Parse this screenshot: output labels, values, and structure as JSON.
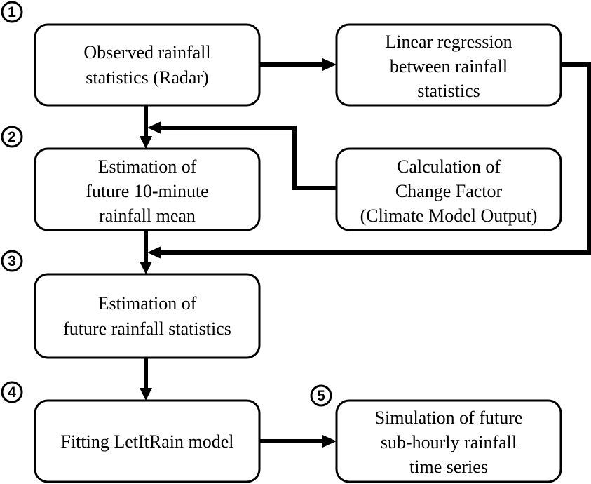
{
  "steps": {
    "s1": "1",
    "s2": "2",
    "s3": "3",
    "s4": "4",
    "s5": "5"
  },
  "boxes": {
    "observed": [
      "Observed rainfall",
      "statistics (Radar)"
    ],
    "regression": [
      "Linear regression",
      "between rainfall",
      "statistics"
    ],
    "estimation_mean": [
      "Estimation of",
      "future 10-minute",
      "rainfall mean"
    ],
    "change_factor": [
      "Calculation of",
      "Change Factor",
      "(Climate Model Output)"
    ],
    "estimation_stats": [
      "Estimation of",
      "future rainfall statistics"
    ],
    "fitting": [
      "Fitting LetItRain model"
    ],
    "simulation": [
      "Simulation of future",
      "sub-hourly rainfall",
      "time series"
    ]
  }
}
